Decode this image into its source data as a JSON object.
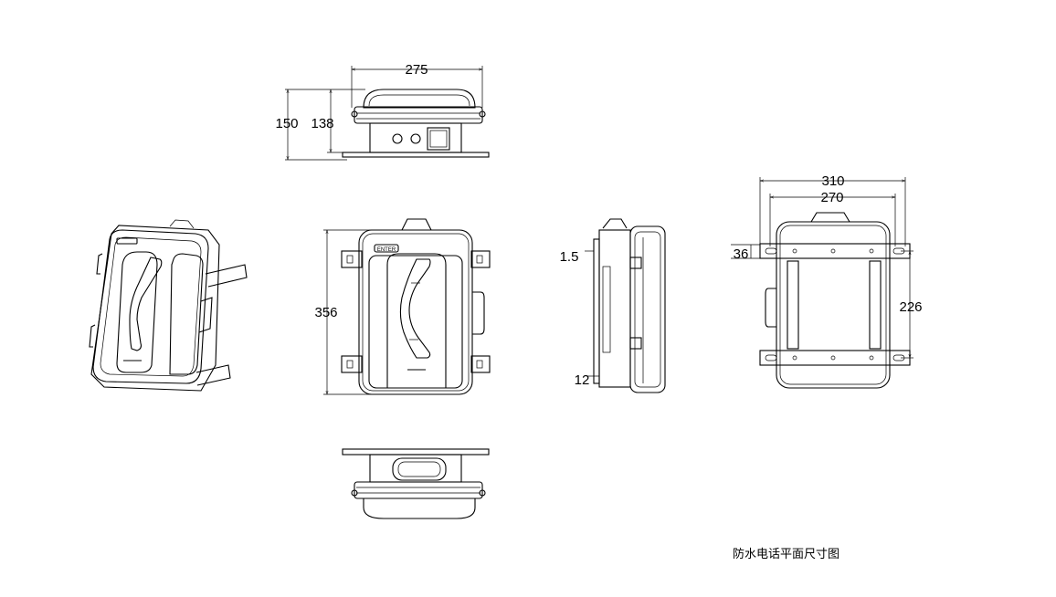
{
  "caption": "防水电话平面尺寸图",
  "top_view": {
    "width": "275",
    "height_total": "150",
    "height_body": "138"
  },
  "front_view": {
    "height": "356"
  },
  "side_view": {
    "thickness": "1.5",
    "offset": "12"
  },
  "back_view": {
    "outer_width": "310",
    "inner_width": "270",
    "bracket_height": "36",
    "bracket_spacing": "226"
  },
  "handset_label": "ENTER"
}
